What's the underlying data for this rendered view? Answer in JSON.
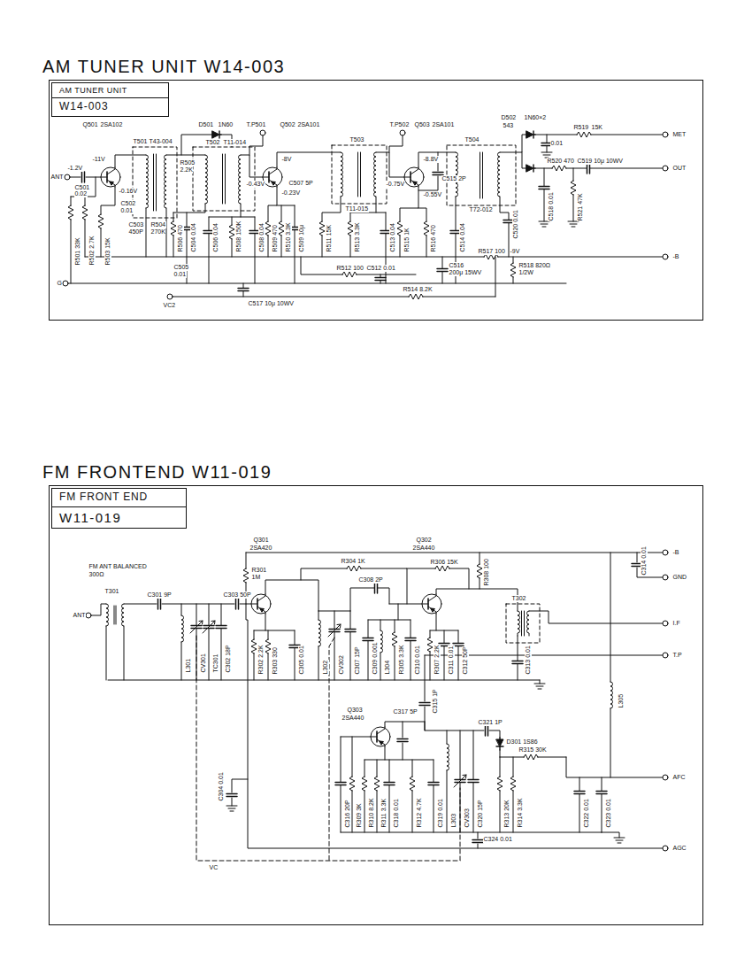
{
  "diagram": {
    "nodes": [
      {
        "text": [
          "AM TUNER UNIT W14-003"
        ]
      },
      {
        "text": [
          "AM TUNER UNIT",
          "W14-003"
        ],
        "in": 0
      },
      {
        "text": [
          "FM FRONTEND W11-019"
        ]
      },
      {
        "text": [
          "FM FRONT END",
          "W11-019"
        ],
        "in": 2
      }
    ],
    "labels": [
      "Q501",
      "2SA102",
      "T501",
      "T43-004",
      "D501",
      "1N60",
      "T.P501",
      "Q502",
      "2SA101",
      "T502",
      "T11-014",
      "T503",
      "T.P502",
      "Q503",
      "2SA101",
      "T504",
      "D502",
      "543",
      "1N60×2",
      "R519",
      "15K",
      "MET",
      "-11V",
      "-1.2V",
      "-0.16V",
      "ANT",
      "C501",
      "0.02",
      "C502",
      "0.01",
      "R505",
      "2.2K",
      "C503",
      "450P",
      "R504",
      "270K",
      "R501 33K",
      "R502 2.7K",
      "R503 15K",
      "R506 470",
      "C504 0.04",
      "C505",
      "0.01",
      "C506 0.04",
      "R508 150K",
      "C508 0.04",
      "R509 470",
      "R510 3.3K",
      "C509 10μ",
      "R511 15K",
      "C507 5P",
      "R512 100",
      "C512 0.01",
      "R513 3.3K",
      "C513 0.04",
      "R515 1K",
      "R516 470",
      "C514 0.04",
      "C515 2P",
      "R517 100",
      "-9V",
      "-B",
      "C516",
      "200μ 15WV",
      "R518 820Ω",
      "1/2W",
      "R514 8.2K",
      "C517 10μ 10WV",
      "VC2",
      "G",
      "R520 470",
      "C519 10μ 10WV",
      "OUT",
      "C518 0.01",
      "R521 47K",
      "C520 0.01",
      "0.01",
      "-0.43V",
      "-8V",
      "-0.23V",
      "-8.8V",
      "-0.75V",
      "-0.55V",
      "T11-015",
      "T72-012",
      "FM ANT BALANCED",
      "300Ω",
      "ANT",
      "T301",
      "C301 9P",
      "C303 50P",
      "L301",
      "CV301",
      "TC301",
      "C302 18P",
      "R301",
      "1M",
      "Q301",
      "2SA420",
      "R304 1K",
      "Q302",
      "2SA440",
      "R306 15K",
      "R308 100",
      "C314 0.01",
      "-B",
      "GND",
      "I.F",
      "T.P",
      "AFC",
      "AGC",
      "C308 2P",
      "R302 2.2K",
      "R303 330",
      "C305 0.01",
      "L302",
      "CV302",
      "C307 15P",
      "C309 0.001",
      "L304",
      "R305 3.3K",
      "C310 0.01",
      "R307 2.2K",
      "C311 0.01",
      "C312 50P",
      "T302",
      "C313 0.01",
      "Q303",
      "2SA440",
      "C317 5P",
      "C315 1P",
      "D301 1S86",
      "C321 1P",
      "L303",
      "CV303",
      "C320 15P",
      "R315 30K",
      "C316 20P",
      "R309 3K",
      "R310 8.2K",
      "R311 3.3K",
      "C318 0.01",
      "R312 4.7K",
      "C319 0.01",
      "R313 20K",
      "R314 3.3K",
      "C322 0.01",
      "C323 0.01",
      "C324 0.01",
      "C304 0.01",
      "L305",
      "VC"
    ]
  }
}
